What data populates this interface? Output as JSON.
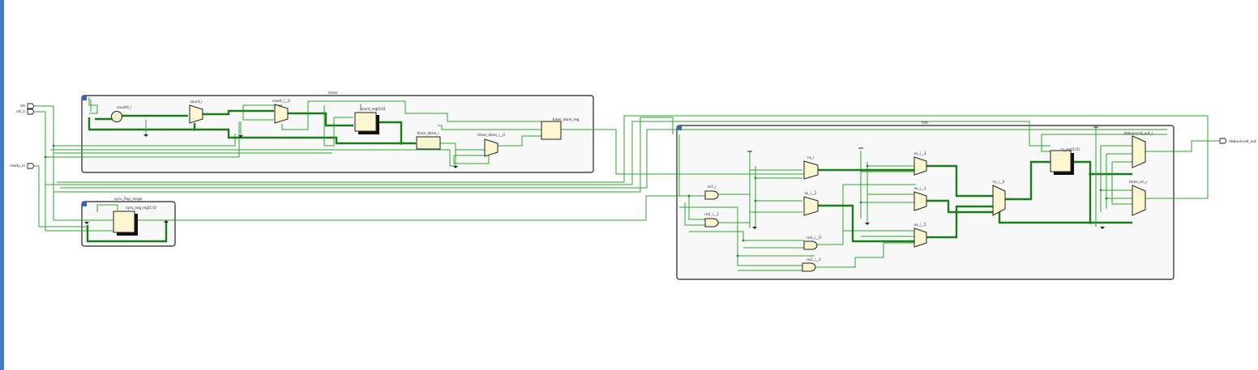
{
  "ports": {
    "in": [
      "clk",
      "rst_n",
      "ready_in"
    ],
    "out": [
      "debounced_out"
    ]
  },
  "modules": {
    "timer": {
      "title": "timer",
      "cells": [
        "count0_i",
        "count_i",
        "count_i__0",
        "count_reg[0:0]",
        "timer_done_i",
        "timer_done_i__0",
        "timer_done_reg"
      ]
    },
    "sync": {
      "title": "sync_flop_stage",
      "cells": [
        "sync_reg_reg[1:0]"
      ]
    },
    "fsm": {
      "title": "fsm",
      "cells": [
        "ns1_i",
        "ns1_i__1",
        "ns1_i__0",
        "ns1_i__2",
        "ns_i",
        "ns_i__2",
        "ns_i__3",
        "ns_i__1",
        "ns_i__5",
        "ns_i__4",
        "cs_reg[1:0]",
        "debounced_out_i",
        "timer_en_i"
      ]
    }
  },
  "colors": {
    "wire": "#2aa72a",
    "bus": "#1a7d1a",
    "cell": "#fbf6cf",
    "module_bg": "#f8f8f8",
    "accent": "#4a78c2"
  }
}
